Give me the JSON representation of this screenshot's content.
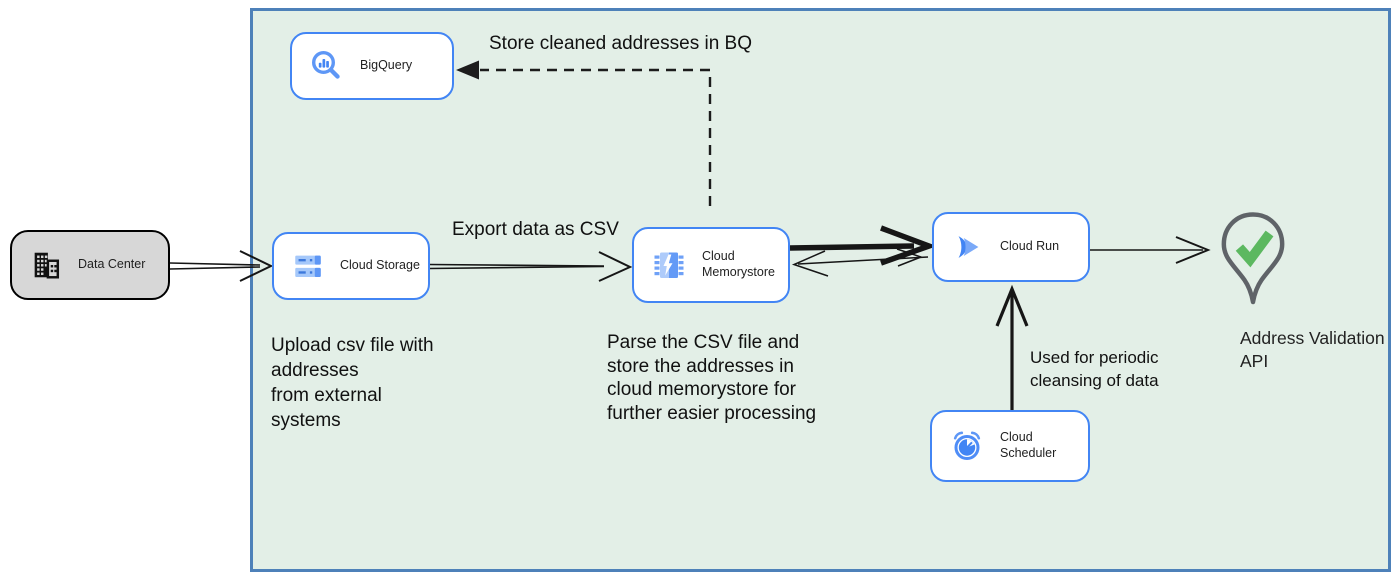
{
  "nodes": {
    "data_center": {
      "label": "Data Center"
    },
    "bigquery": {
      "label": "BigQuery"
    },
    "cloud_storage": {
      "label": "Cloud Storage"
    },
    "cloud_memorystore": {
      "label": "Cloud Memorystore"
    },
    "cloud_run": {
      "label": "Cloud Run"
    },
    "cloud_scheduler": {
      "label": "Cloud Scheduler"
    },
    "address_validation": {
      "label": "Address Validation API"
    }
  },
  "edge_labels": {
    "store_cleaned": "Store cleaned addresses in BQ",
    "export_csv": "Export data as CSV",
    "periodic_cleansing": "Used for periodic\ncleansing of data"
  },
  "annotations": {
    "upload_csv": "Upload csv file with\naddresses\nfrom external\nsystems",
    "parse_csv": "Parse the CSV file and\nstore the addresses in\ncloud  memorystore for\nfurther easier processing"
  },
  "colors": {
    "node_border_blue": "#4285f4",
    "icon_blue": "#4285f4",
    "icon_light_blue": "#aecbfa",
    "datacenter_fill": "#d7d7d7",
    "boundary_fill": "#e3efe7",
    "boundary_border": "#4e81b9",
    "check_green": "#5cb860",
    "pin_outline_gray": "#5f6368",
    "arrow_black": "#161616"
  }
}
